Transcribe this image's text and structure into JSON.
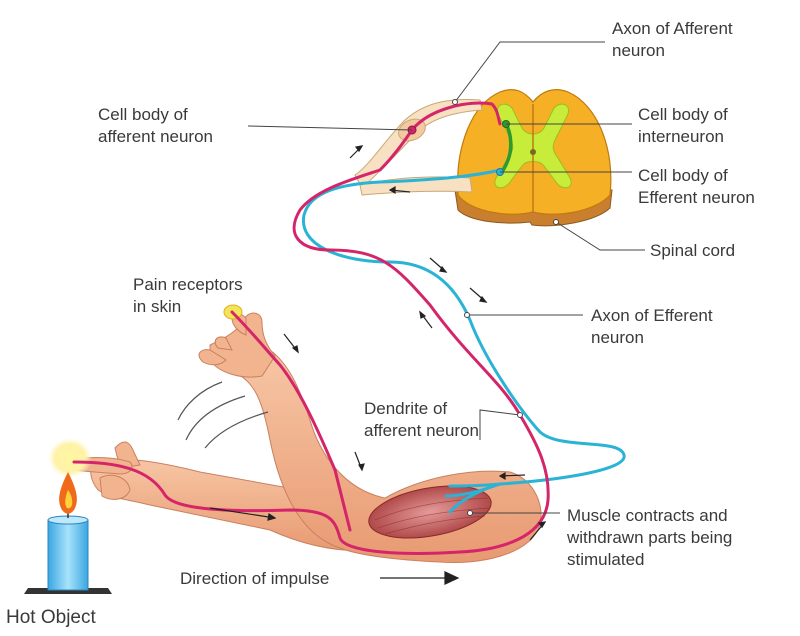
{
  "diagram": {
    "labels": {
      "axon_afferent": [
        "Axon of Afferent",
        "neuron"
      ],
      "cell_body_afferent": [
        "Cell body of",
        "afferent neuron"
      ],
      "cell_body_interneuron": [
        "Cell body of",
        "interneuron"
      ],
      "cell_body_efferent": [
        "Cell body of",
        "Efferent neuron"
      ],
      "spinal_cord": [
        "Spinal cord"
      ],
      "pain_receptors": [
        "Pain receptors",
        "in skin"
      ],
      "axon_efferent": [
        "Axon of Efferent",
        "neuron"
      ],
      "dendrite_afferent": [
        "Dendrite of",
        "afferent neuron"
      ],
      "muscle": [
        "Muscle contracts and",
        "withdrawn parts being",
        "stimulated"
      ],
      "direction": [
        "Direction of impulse"
      ],
      "hot_object": [
        "Hot Object"
      ]
    },
    "colors": {
      "afferent_nerve": "#d4256a",
      "efferent_nerve": "#2ab3d4",
      "interneuron": "#2e9a2e",
      "skin": "#f2b48e",
      "skin_shade": "#e39a72",
      "spinal_white_matter": "#f5b025",
      "grey_matter": "#c8ec3a",
      "muscle": "#b84b4b",
      "candle": "#5cc3ee",
      "flame": "#f06a1c",
      "text": "#3a3a3a",
      "leader_line": "#444444"
    }
  }
}
